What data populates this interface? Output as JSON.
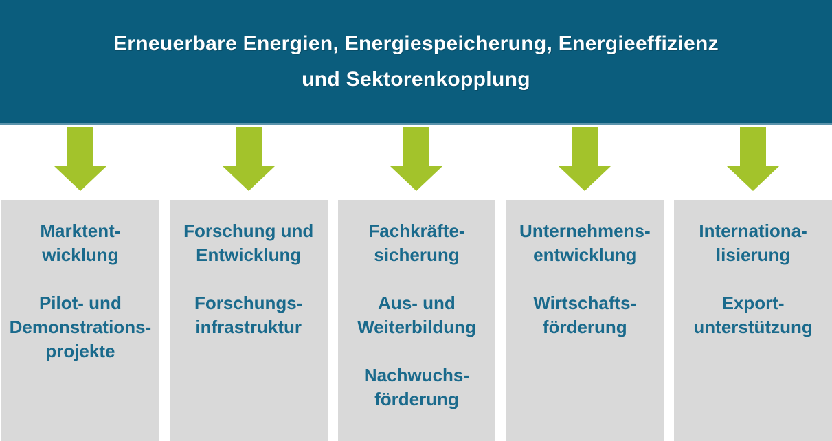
{
  "header": {
    "title_line1": "Erneuerbare Energien, Energiespeicherung, Energieeffizienz",
    "title_line2": "und Sektorenkopplung",
    "background_color": "#0b5d7d",
    "text_color": "#ffffff"
  },
  "arrows": {
    "direction": "down",
    "count": 5,
    "color": "#a3c32b"
  },
  "columns": [
    {
      "name": "marktentwicklung",
      "items": [
        "Marktent-\nwicklung",
        "Pilot- und\nDemonstrations-\nprojekte"
      ]
    },
    {
      "name": "forschung-und-entwicklung",
      "items": [
        "Forschung und\nEntwicklung",
        "Forschungs-\ninfrastruktur"
      ]
    },
    {
      "name": "fachkraeftesicherung",
      "items": [
        "Fachkräfte-\nsicherung",
        "Aus- und\nWeiterbildung",
        "Nachwuchs-\nförderung"
      ]
    },
    {
      "name": "unternehmensentwicklung",
      "items": [
        "Unternehmens-\nentwicklung",
        "Wirtschafts-\nförderung"
      ]
    },
    {
      "name": "internationalisierung",
      "items": [
        "Internationa-\nlisierung",
        "Export-\nunterstützung"
      ]
    }
  ],
  "colors": {
    "box_background": "#d9d9d9",
    "box_text": "#1a6a8c"
  }
}
